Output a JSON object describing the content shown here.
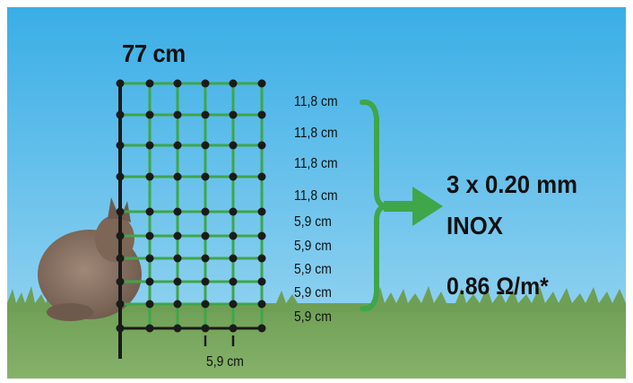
{
  "labels": {
    "height": "77 cm",
    "gaps": [
      "11,8 cm",
      "11,8 cm",
      "11,8 cm",
      "11,8 cm",
      "5,9 cm",
      "5,9 cm",
      "5,9 cm",
      "5,9 cm",
      "5,9 cm"
    ],
    "wire": "3 x 0.20 mm",
    "material": "INOX",
    "resistance": "0.86 Ω/m*",
    "mesh_width": "5,9 cm"
  },
  "colors": {
    "sky_top": "#3aaee6",
    "sky_bottom": "#9fd8f2",
    "grass": "#7aa85c",
    "net_green": "#3fa64a",
    "post": "#1a1a1a",
    "arrow": "#3fa64a",
    "animal": "#8a7262"
  },
  "icons": {
    "animal": "rabbit-silhouette",
    "pointer": "brace-arrow-right"
  }
}
